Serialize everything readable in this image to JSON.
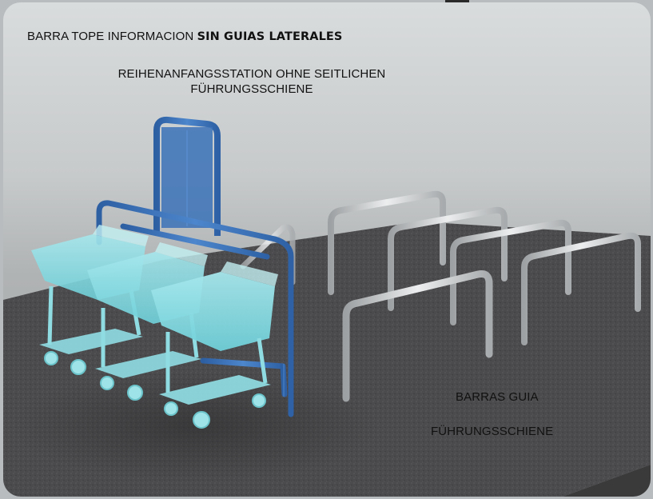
{
  "header": {
    "title_plain": "BARRA TOPE INFORMACION",
    "title_emphasis": "SIN GUIAS LATERALES",
    "subtitle_de": "REIHENANFANGSSTATION OHNE SEITLICHEN FÜHRUNGSSCHIENE"
  },
  "guide_rails": {
    "label_es": "BARRAS GUIA",
    "label_de": "FÜHRUNGSSCHIENE"
  },
  "colors": {
    "station_frame": "#3b72b8",
    "trolley": "#8fdde3",
    "rails": "#c9ccce",
    "floor": "#4a4a4c"
  },
  "icons": [
    "info-panel",
    "shopping-trolley",
    "guide-rail"
  ]
}
